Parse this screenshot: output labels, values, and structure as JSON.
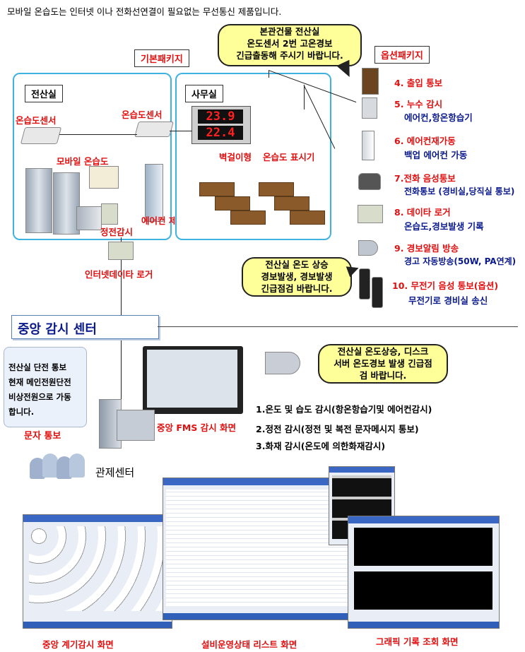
{
  "header": {
    "text": "모바일 온습도는 인터넷 이나 전화선연결이 필요없는 무선통신 제품입니다."
  },
  "basic_package": {
    "label": "기본패키지"
  },
  "option_package": {
    "label": "옵션패키지"
  },
  "server_room": {
    "title": "전산실",
    "sensor_left": "온습도센서",
    "sensor_right": "온습도센서",
    "mobile": "모바일 온습도",
    "power_monitor": "정전감시",
    "aircon_control": "에어컨 제어"
  },
  "office": {
    "title": "사무실",
    "display_line1": "23.9",
    "display_line2": "22.4",
    "display_caption1": "벽걸이형",
    "display_caption2": "온습도 표시기"
  },
  "internet_logger": {
    "label": "인터넷데이타 로거"
  },
  "callout_top": {
    "line1": "본관건물 전산실",
    "line2": "온도센서 2번 고온경보",
    "line3": "긴급출동해 주시기 바랍니다."
  },
  "callout_mid": {
    "line1": "전산실 온도 상승",
    "line2": "경보발생, 경보발생",
    "line3": "긴급점검 바랍니다."
  },
  "callout_right": {
    "line1": "전산실 온도상승, 디스크",
    "line2": "서버 온도경보 발생 긴급점",
    "line3": "검 바랍니다."
  },
  "options": [
    {
      "title": "4. 출입 통보",
      "sub": ""
    },
    {
      "title": "5. 누수 감시",
      "sub": "에어컨,항온항습기"
    },
    {
      "title": "6. 에어컨재가동",
      "sub": "백업 에어컨 가동"
    },
    {
      "title": "7.전화 음성통보",
      "sub": "전화통보 (경비실,당직실 통보)"
    },
    {
      "title": "8. 데이타 로거",
      "sub": "온습도,경보발생 기록"
    },
    {
      "title": "9. 경보알림 방송",
      "sub": "경고 자동방송(50W, PA연계)"
    },
    {
      "title": "10. 무전기 음성 통보(옵션)",
      "sub": "무전기로 경비실 송신"
    }
  ],
  "center": {
    "title": "중앙 감시 센터",
    "control": "관제센터"
  },
  "sms": {
    "line1": "전산실 단전 통보",
    "line2": "현재 메인전원단전",
    "line3": "비상전원으로 가동",
    "line4": "합니다.",
    "caption": "문자 통보"
  },
  "fms": {
    "caption": "중앙 FMS 감시 화면"
  },
  "features": [
    "1.온도 및 습도 감시(항온항습기및 에어컨감시)",
    "2.정전 감시(정전 및 복전 문자메시지 통보)",
    "3.화재 감시(온도에 의한화재감시)"
  ],
  "screens": {
    "gauge": "중앙 계기감시 화면",
    "list": "설비운영상태 리스트 화면",
    "graph": "그래픽 기록 조회 화면"
  }
}
